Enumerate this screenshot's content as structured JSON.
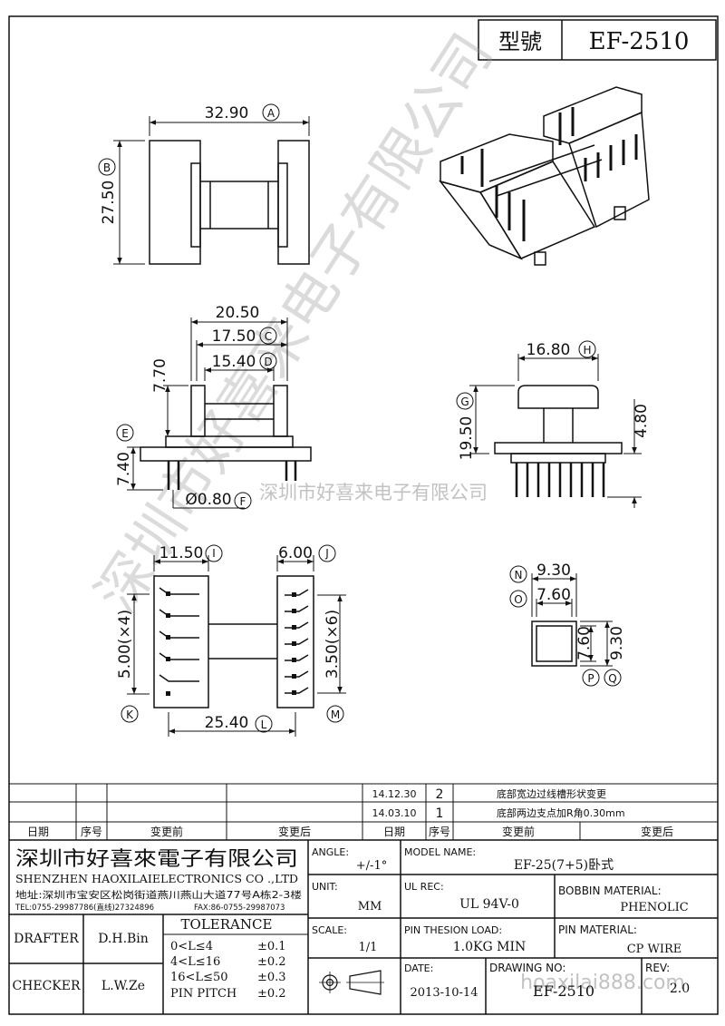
{
  "header": {
    "model_label": "型號",
    "model_value": "EF-2510"
  },
  "watermark": {
    "diagonal": "深圳市好喜来电子有限公司",
    "center": "深圳市好喜来电子有限公司",
    "url": "hoaxilai888.com"
  },
  "views": {
    "top": {
      "width": "32.90",
      "width_tag": "A",
      "height": "27.50",
      "height_tag": "B"
    },
    "front": {
      "dim1": "20.50",
      "dim2": "17.50",
      "dim2_tag": "C",
      "dim3": "15.40",
      "dim3_tag": "D",
      "height": "7.70",
      "base": "7.40",
      "base_tag": "E",
      "pin_dia": "Ø0.80",
      "pin_dia_tag": "F"
    },
    "side": {
      "width": "16.80",
      "width_tag": "H",
      "height": "19.50",
      "height_tag": "G",
      "pin": "4.80"
    },
    "bottom": {
      "left": "11.50",
      "left_tag": "I",
      "right": "6.00",
      "right_tag": "J",
      "pitch_left": "5.00(×4)",
      "pitch_left_tag": "K",
      "pitch_right": "3.50(×6)",
      "pitch_right_tag": "M",
      "span": "25.40",
      "span_tag": "L"
    },
    "section": {
      "outer": "9.30",
      "outer_tag": "N",
      "inner": "7.60",
      "inner_tag": "O",
      "v_inner": "7.60",
      "v_inner_tag": "P",
      "v_outer": "9.30",
      "v_outer_tag": "Q"
    }
  },
  "revisions": {
    "rows": [
      {
        "date": "14.12.30",
        "no": "2",
        "desc": "底部宽边过线槽形状变更"
      },
      {
        "date": "14.03.10",
        "no": "1",
        "desc": "底部两边支点加R角0.30mm"
      }
    ],
    "headers": [
      "日期",
      "序号",
      "变更前",
      "变更后",
      "日期",
      "序号",
      "变更前",
      "变更后"
    ]
  },
  "titleblock": {
    "company_cn": "深圳市好喜來電子有限公司",
    "company_en": "SHENZHEN HAOXILAIELECTRONICS CO .,LTD",
    "address": "地址:深圳市宝安区松岗街道燕川燕山大道77号A栋2-3楼",
    "tel": "TEL:0755-29987786(直线)27324896",
    "fax": "FAX:86-0755-29987073",
    "angle_label": "ANGLE:",
    "angle_value": "+/-1°",
    "model_name_label": "MODEL NAME:",
    "model_name_value": "EF-25(7+5)卧式",
    "unit_label": "UNIT:",
    "unit_value": "MM",
    "ul_label": "UL REC:",
    "ul_value": "UL 94V-0",
    "bobbin_label": "BOBBIN MATERIAL:",
    "bobbin_value": "PHENOLIC",
    "drafter_label": "DRAFTER",
    "drafter_value": "D.H.Bin",
    "tolerance_label": "TOLERANCE",
    "tol1": "0<L≤4",
    "tol1v": "±0.1",
    "tol2": "4<L≤16",
    "tol2v": "±0.2",
    "tol3": "16<L≤50",
    "tol3v": "±0.3",
    "tol4": "PIN PITCH",
    "tol4v": "±0.2",
    "scale_label": "SCALE:",
    "scale_value": "1/1",
    "load_label": "PIN THESION LOAD:",
    "load_value": "1.0KG MIN",
    "pinmat_label": "PIN MATERIAL:",
    "pinmat_value": "CP  WIRE",
    "checker_label": "CHECKER",
    "checker_value": "L.W.Ze",
    "date_label": "DATE:",
    "date_value": "2013-10-14",
    "drawing_label": "DRAWING NO:",
    "drawing_value": "EF-2510",
    "rev_label": "REV:",
    "rev_value": "2.0"
  }
}
